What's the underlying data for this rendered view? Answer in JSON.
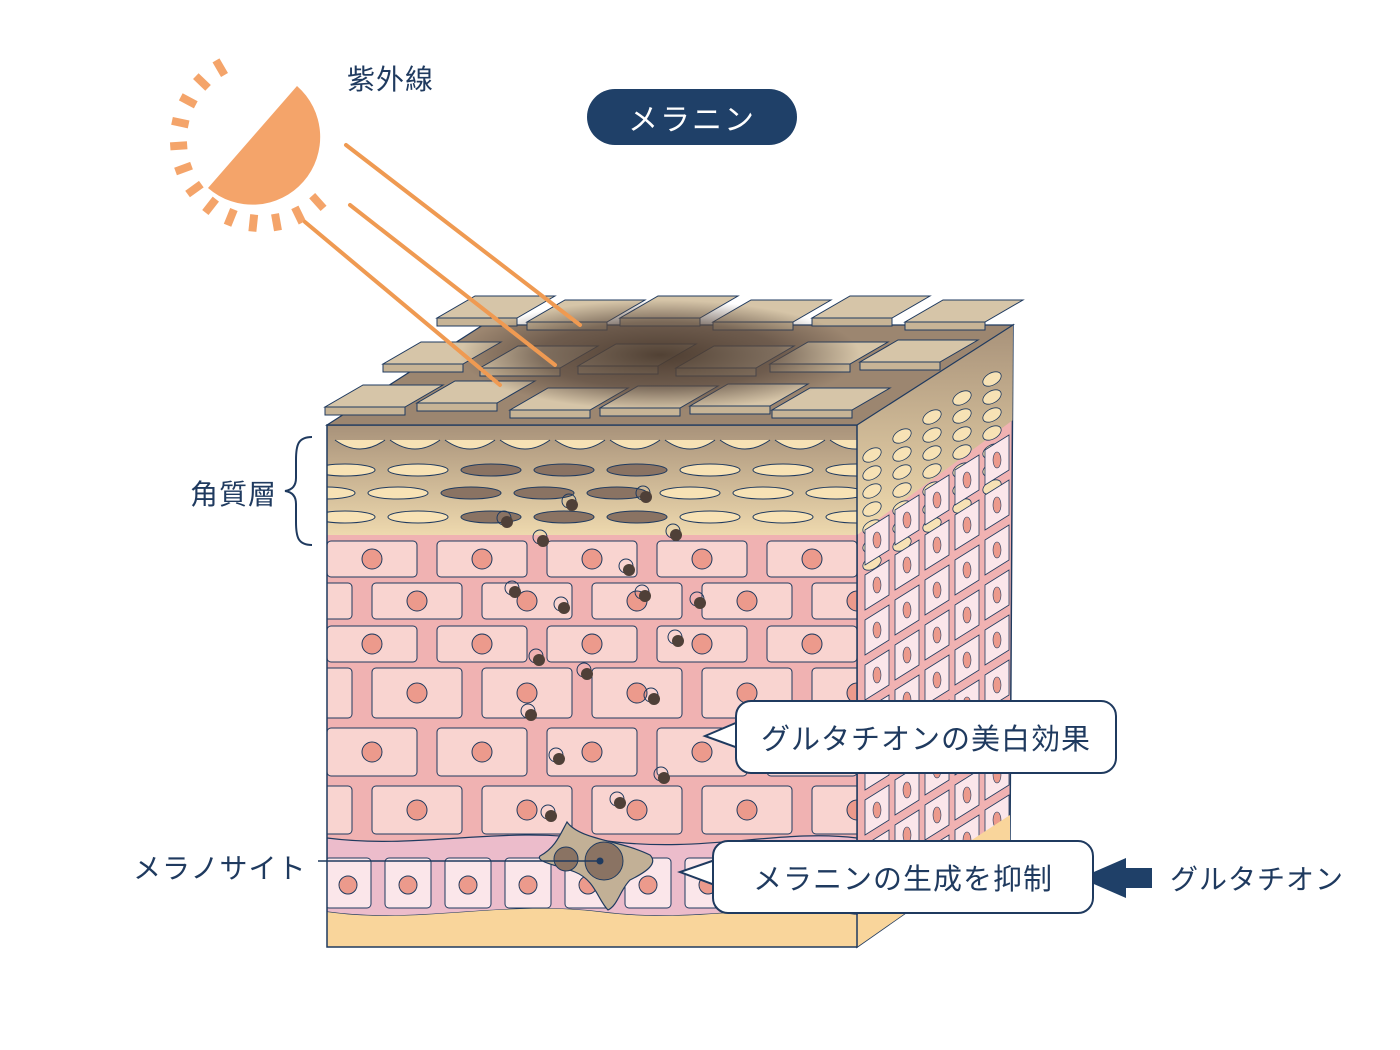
{
  "labels": {
    "uv": "紫外線",
    "melanin_badge": "メラニン",
    "stratum_corneum": "角質層",
    "melanocyte": "メラノサイト",
    "whitening_effect": "グルタチオンの美白効果",
    "suppress_melanin": "メラニンの生成を抑制",
    "glutathione": "グルタチオン"
  },
  "colors": {
    "navy": "#1f4068",
    "sun": "#f4a46a",
    "uv_ray": "#ef9a52",
    "corneum": "#d9c49a",
    "spinous_bg": "#f0b2b2",
    "cell": "#f9d4d0",
    "basal": "#ecbccb",
    "dermis": "#f9d59b",
    "melanin": "#5b4a3f"
  }
}
